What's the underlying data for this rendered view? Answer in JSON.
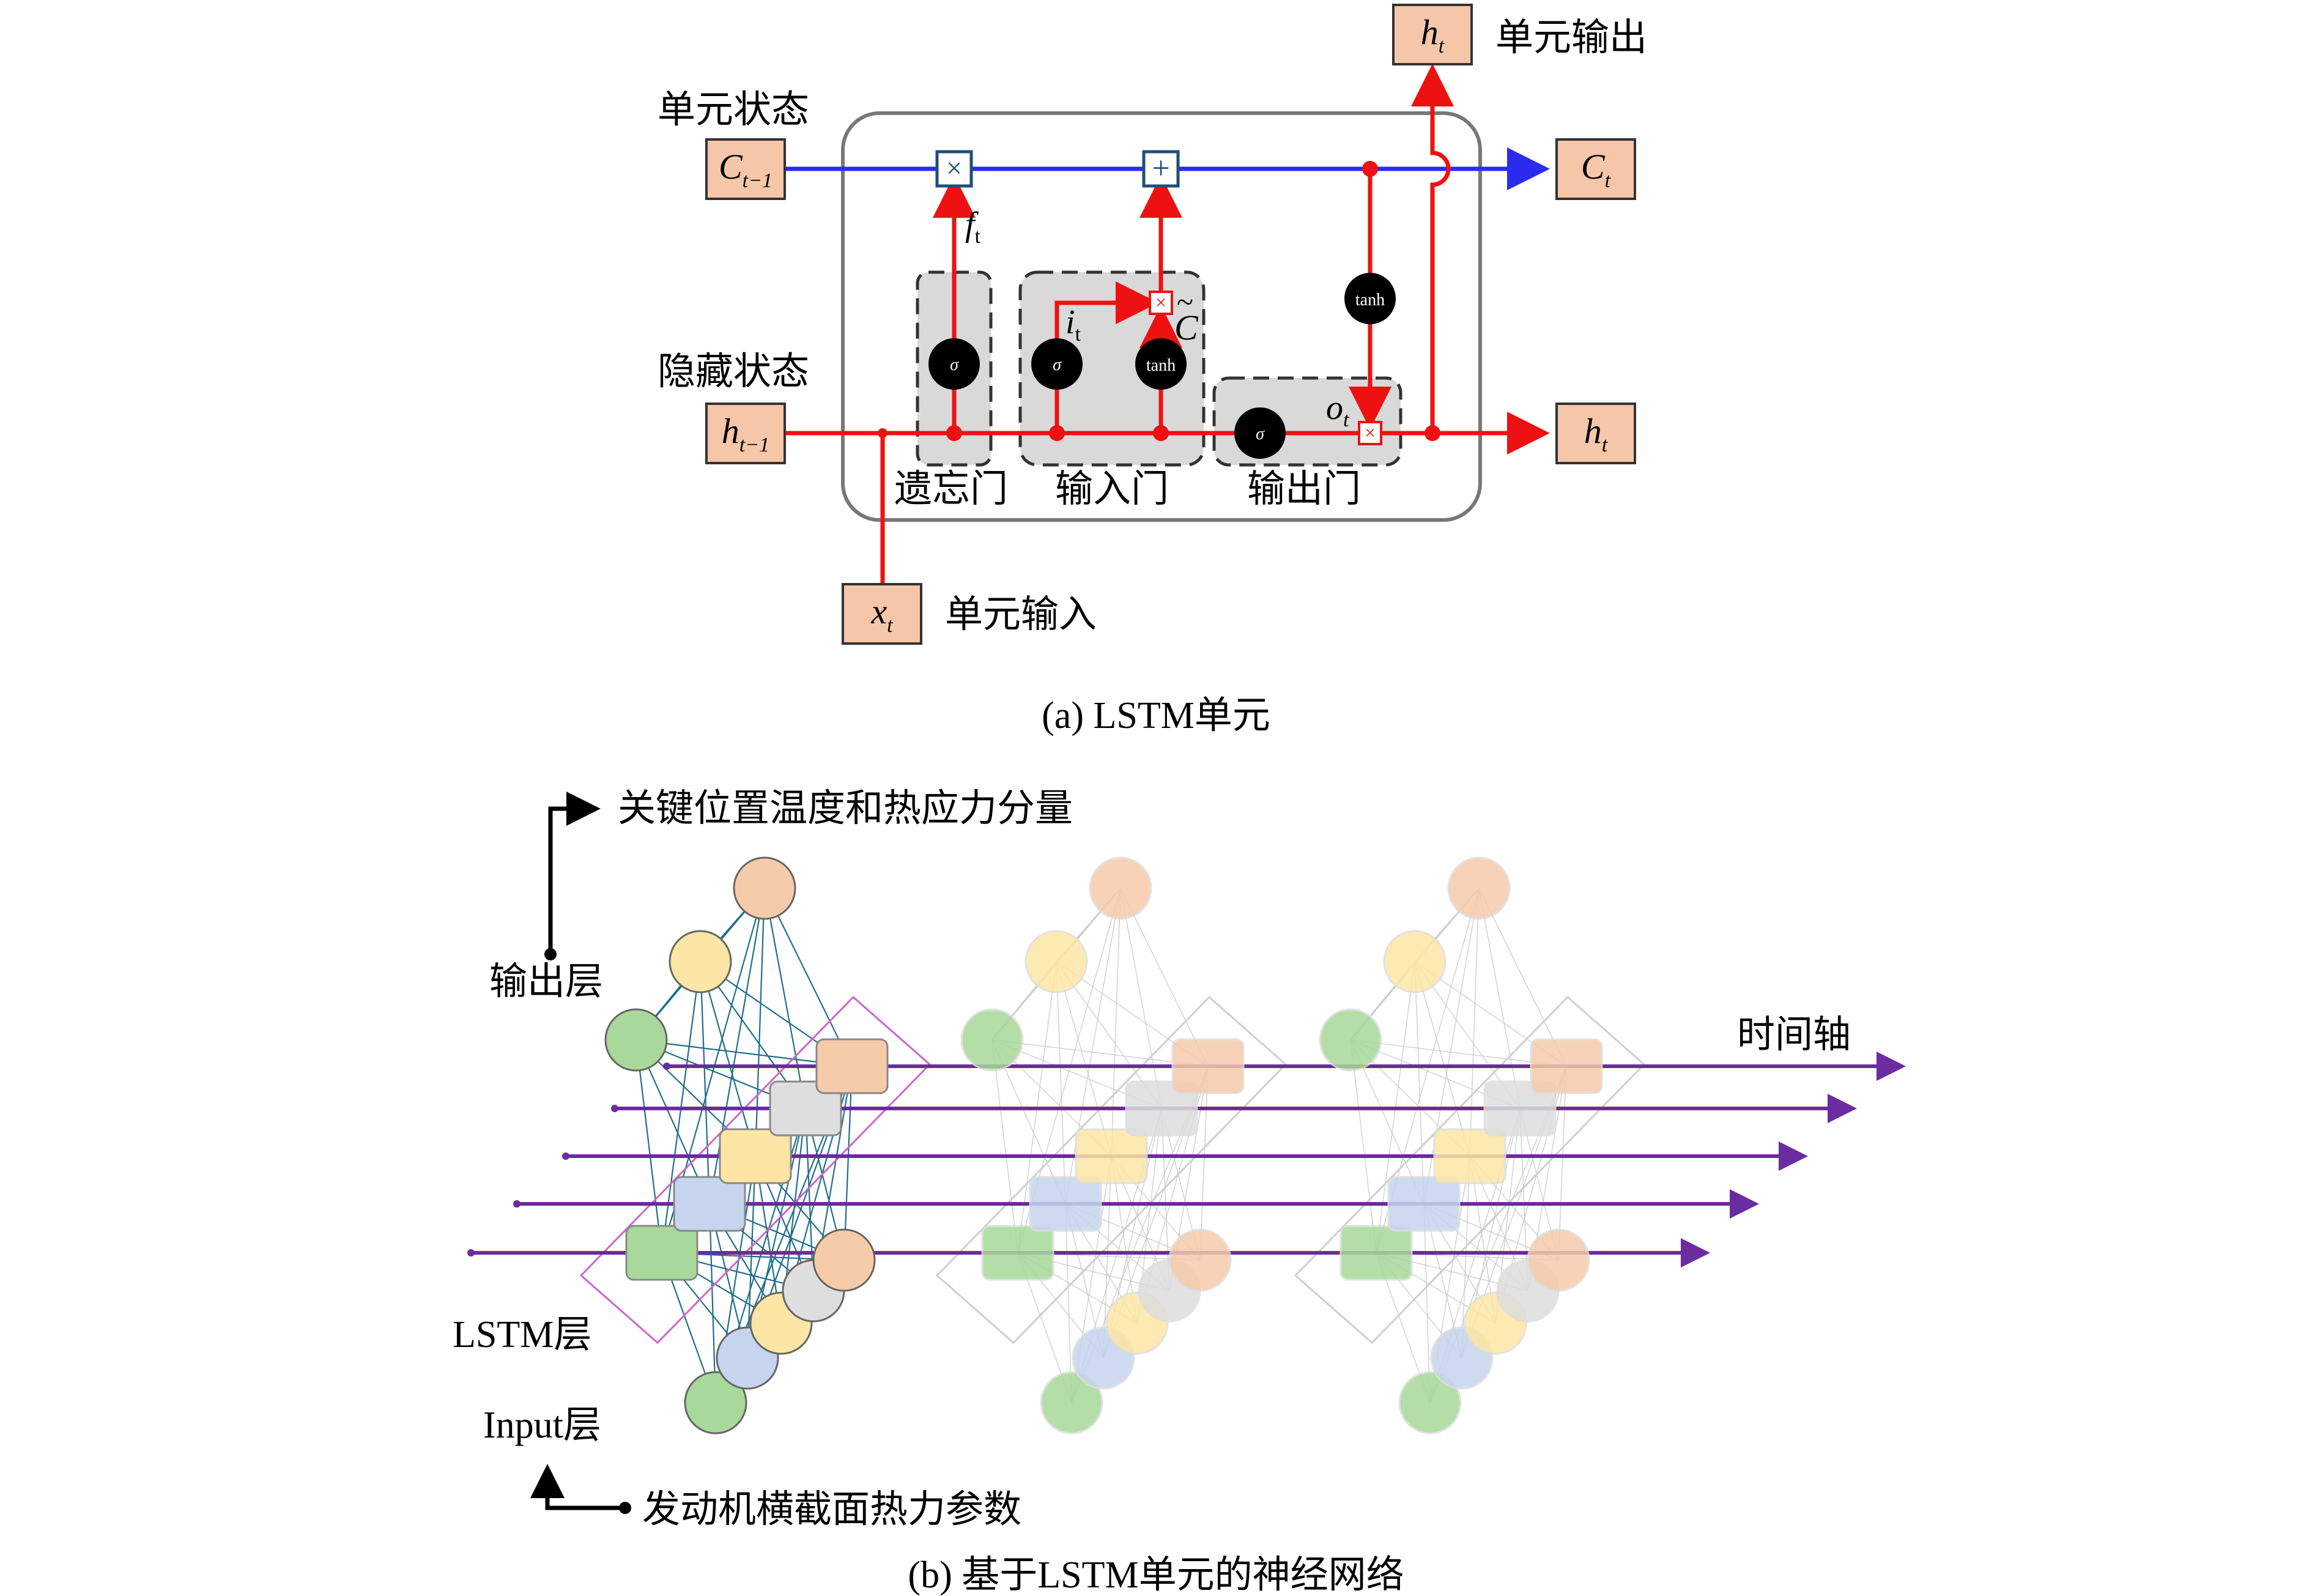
{
  "part_a": {
    "caption": "(a) LSTM单元",
    "labels": {
      "cell_state": "单元状态",
      "hidden_state": "隐藏状态",
      "cell_output": "单元输出",
      "cell_input": "单元输入",
      "forget_gate": "遗忘门",
      "input_gate": "输入门",
      "output_gate": "输出门"
    },
    "boxes": {
      "c_prev": "C",
      "c_prev_sub": "t−1",
      "h_prev": "h",
      "h_prev_sub": "t−1",
      "c_t": "C",
      "c_t_sub": "t",
      "h_t": "h",
      "h_t_sub": "t",
      "h_t_top": "h",
      "h_t_top_sub": "t",
      "x_t": "x",
      "x_t_sub": "t"
    },
    "symbols": {
      "f_t": "f",
      "f_t_sub": "t",
      "i_t": "i",
      "i_t_sub": "t",
      "o_t": "o",
      "o_t_sub": "t",
      "c_tilde": "C",
      "tilde": "~",
      "sigma": "σ",
      "tanh": "tanh",
      "multiply": "×",
      "add": "+"
    },
    "colors": {
      "cell_line": "#2b2bf0",
      "hidden_line": "#ee1111",
      "box_fill": "#f6c6a8",
      "gate_fill": "#d9d9d9"
    }
  },
  "part_b": {
    "caption": "(b) 基于LSTM单元的神经网络",
    "labels": {
      "output_desc": "关键位置温度和热应力分量",
      "output_layer": "输出层",
      "lstm_layer": "LSTM层",
      "input_layer": "Input层",
      "input_desc": "发动机横截面热力参数",
      "time_axis": "时间轴"
    },
    "colors": {
      "node_colors": [
        "#a8d99a",
        "#c6d4ee",
        "#fde6a5",
        "#dedede",
        "#f6cbaa"
      ],
      "time_arrow": "#6a2ca0",
      "lstm_frame": "#cc66cc",
      "connections": "#1f6e8c"
    }
  }
}
